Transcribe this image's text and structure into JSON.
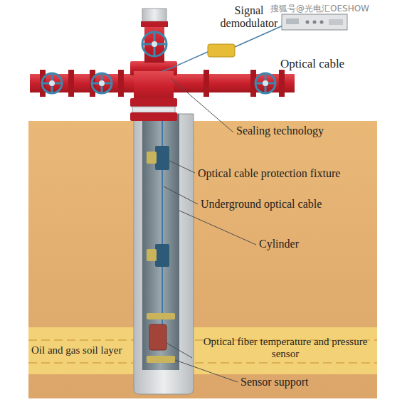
{
  "diagram": {
    "labels": [
      "Signal demodulator",
      "搜狐号@光电汇OESHOW",
      "Optical cable",
      "Sealing technology",
      "Optical cable protection fixture",
      "Underground optical cable",
      "Cylinder",
      "Oil and gas soil layer",
      "Optical fiber temperature and pressure sensor",
      "Sensor support"
    ]
  }
}
